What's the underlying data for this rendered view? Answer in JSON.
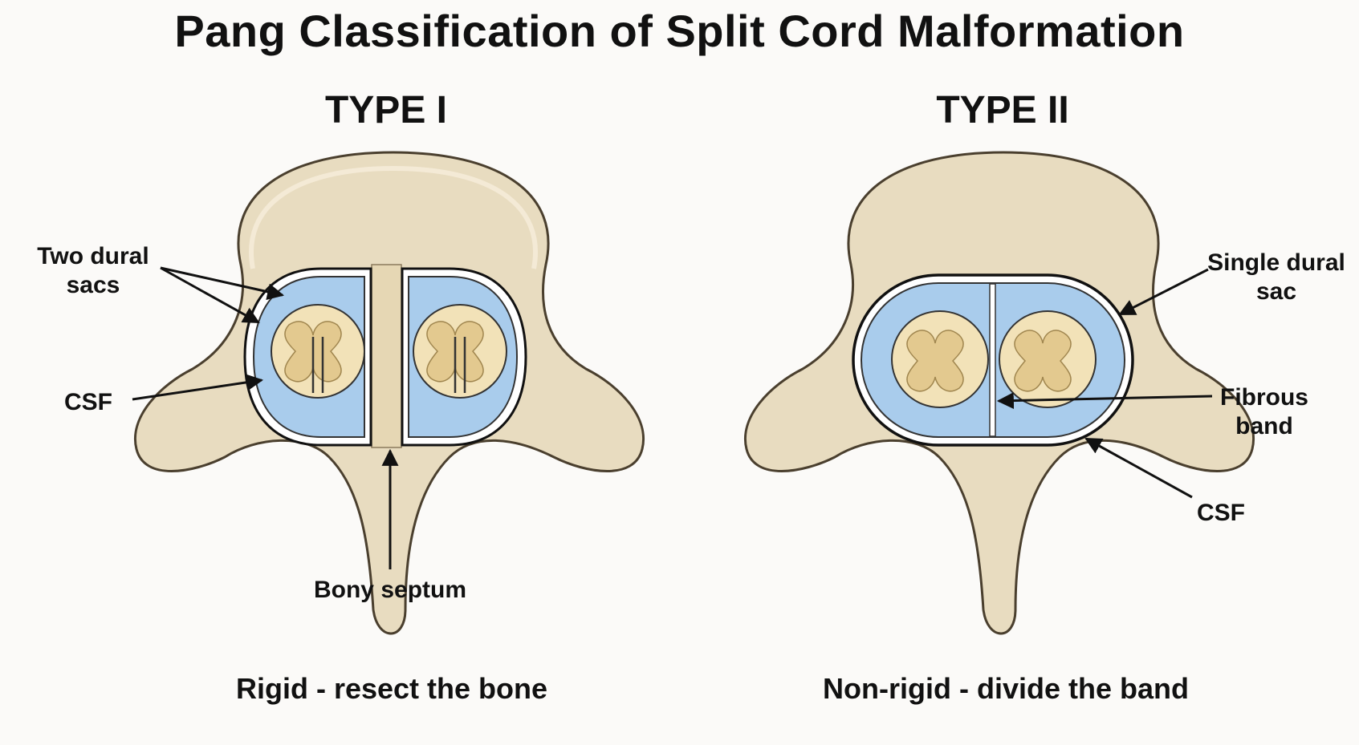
{
  "title": "Pang Classification of Split Cord Malformation",
  "type1": {
    "heading": "TYPE I",
    "labels": {
      "dural_sacs": "Two dural\nsacs",
      "csf": "CSF",
      "septum": "Bony septum"
    },
    "caption": "Rigid - resect the bone"
  },
  "type2": {
    "heading": "TYPE II",
    "labels": {
      "dural_sac": "Single dural\nsac",
      "band": "Fibrous\nband",
      "csf": "CSF"
    },
    "caption": "Non-rigid - divide the band"
  },
  "colors": {
    "bone": "#e8dcc0",
    "bone_outline": "#4a3f2e",
    "csf": "#a9ccec",
    "cord": "#f2e2b8",
    "grey_matter": "#e3c98f"
  }
}
